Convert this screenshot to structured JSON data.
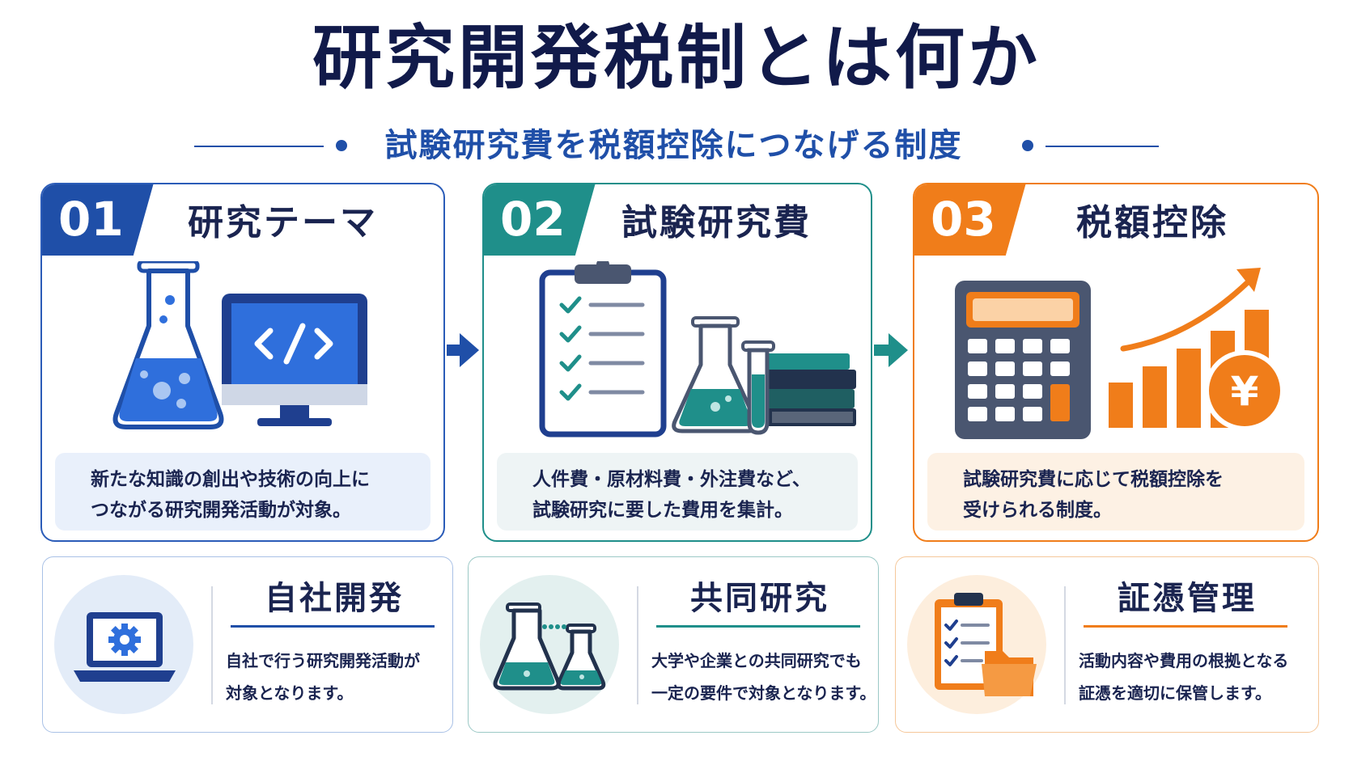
{
  "title": "研究開発税制とは何か",
  "subtitle": "試験研究費を税額控除につなげる制度",
  "colors": {
    "blue": "#1f4fa8",
    "teal": "#1f8f8a",
    "orange": "#f07d1a",
    "navy": "#111a4a"
  },
  "steps": [
    {
      "number": "01",
      "title": "研究テーマ",
      "icons": [
        "flask-icon",
        "code-monitor-icon"
      ],
      "desc_lines": [
        "新たな知識の創出や技術の向上に",
        "つながる研究開発活動が対象。"
      ]
    },
    {
      "number": "02",
      "title": "試験研究費",
      "icons": [
        "clipboard-checklist-icon",
        "flask-icon",
        "test-tube-icon",
        "books-icon"
      ],
      "desc_lines": [
        "人件費・原材料費・外注費など、",
        "試験研究に要した費用を集計。"
      ]
    },
    {
      "number": "03",
      "title": "税額控除",
      "icons": [
        "calculator-icon",
        "growth-chart-icon",
        "yen-coin-icon"
      ],
      "desc_lines": [
        "試験研究費に応じて税額控除を",
        "受けられる制度。"
      ]
    }
  ],
  "details": [
    {
      "title": "自社開発",
      "icon": "laptop-gear-icon",
      "desc_lines": [
        "自社で行う研究開発活動が",
        "対象となります。"
      ]
    },
    {
      "title": "共同研究",
      "icon": "linked-flasks-icon",
      "desc_lines": [
        "大学や企業との共同研究でも",
        "一定の要件で対象となります。"
      ]
    },
    {
      "title": "証憑管理",
      "icon": "clipboard-folder-icon",
      "desc_lines": [
        "活動内容や費用の根拠となる",
        "証憑を適切に保管します。"
      ]
    }
  ]
}
